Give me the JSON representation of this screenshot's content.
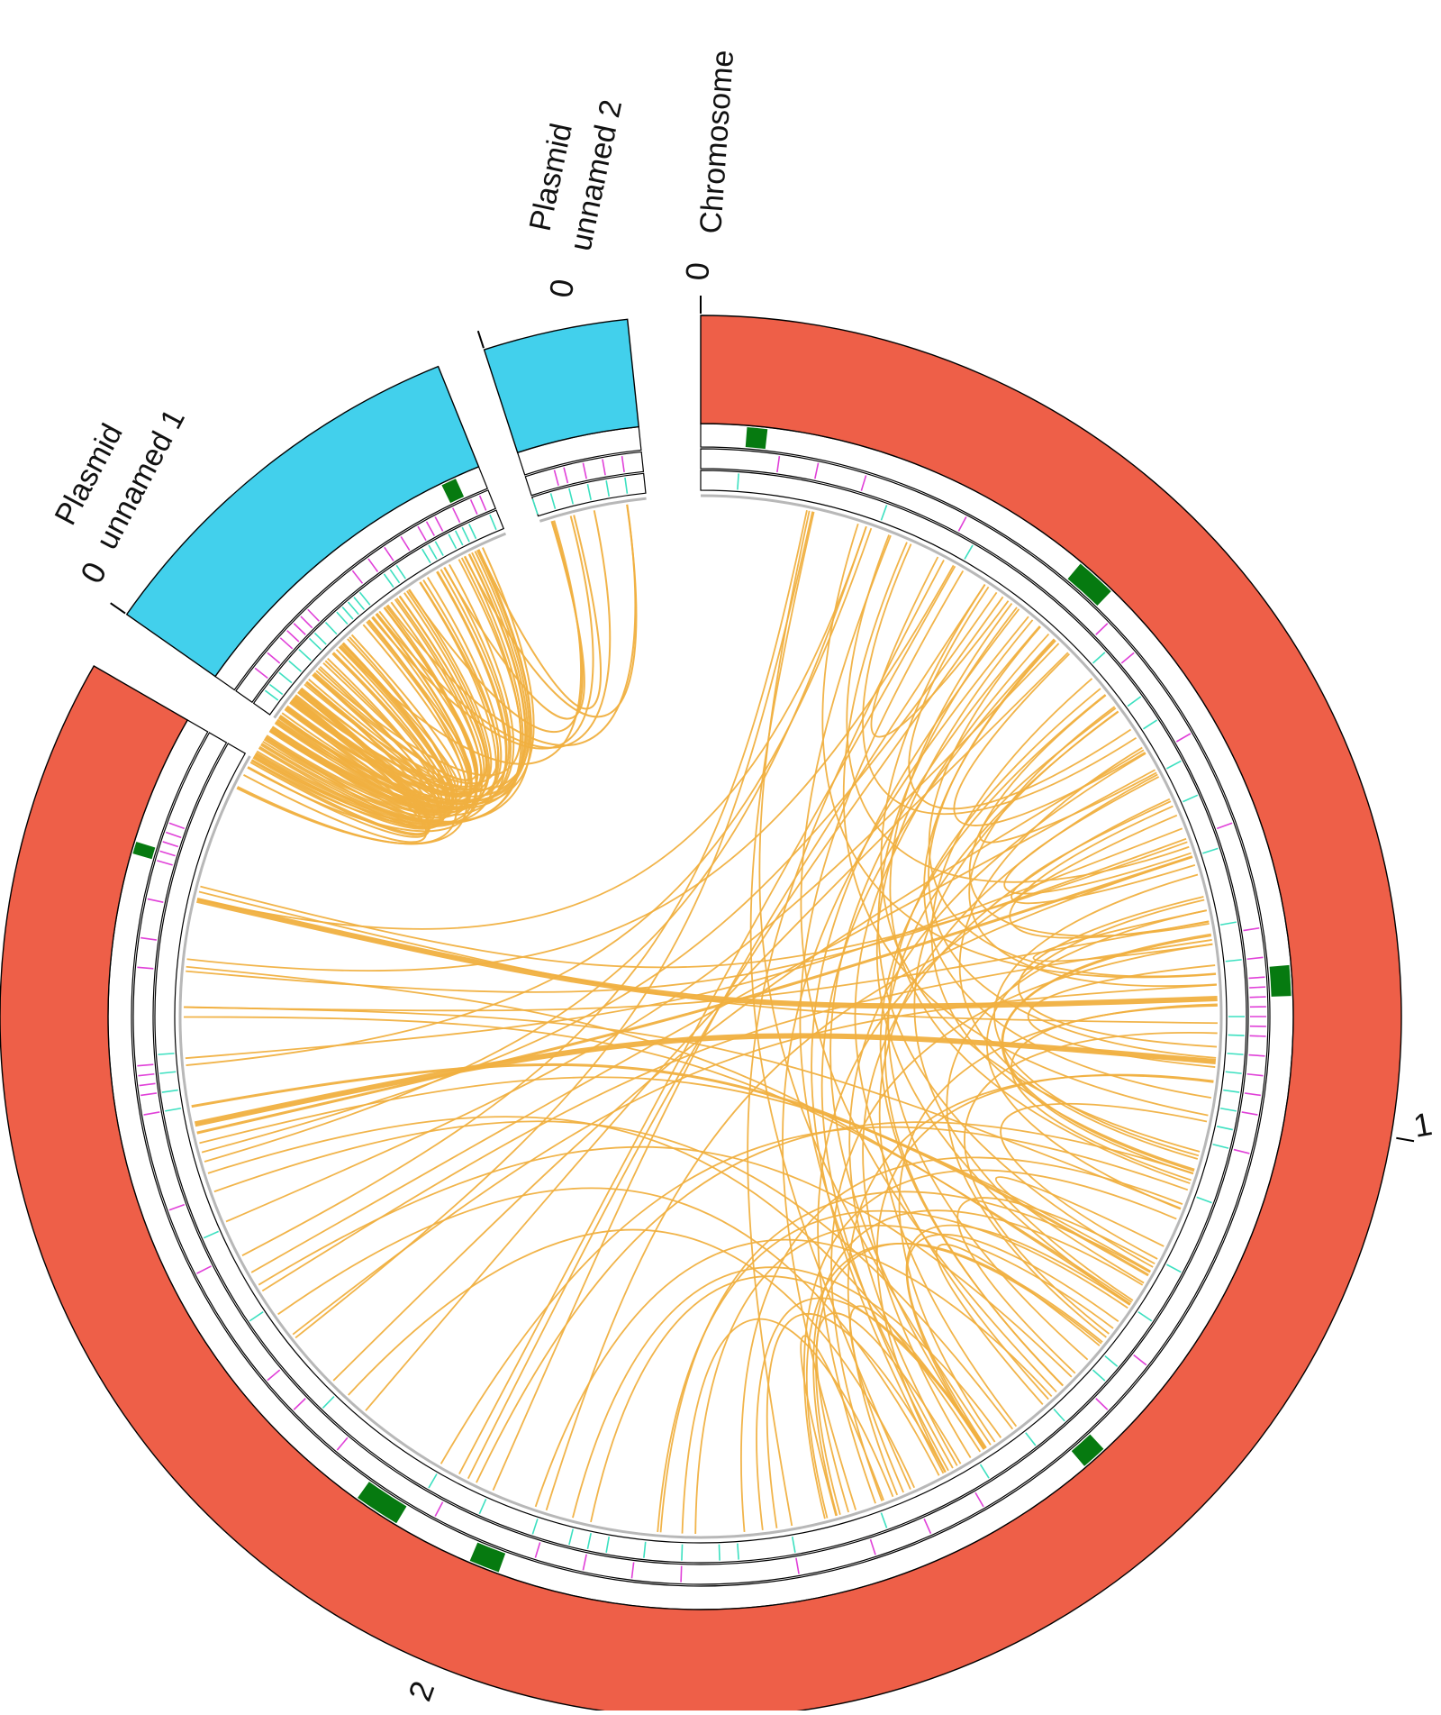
{
  "segments": [
    {
      "id": "chromosome",
      "label": "Chromosome",
      "start_label": "0",
      "color": "#EE5F48",
      "tick_labels": [
        "1",
        "2"
      ]
    },
    {
      "id": "plasmid1",
      "label_line1": "Plasmid",
      "label_line2": "unnamed 1",
      "start_label": "0",
      "color": "#42D0EC"
    },
    {
      "id": "plasmid2",
      "label_line1": "Plasmid",
      "label_line2": "unnamed 2",
      "start_label": "0",
      "color": "#42D0EC"
    }
  ],
  "track_colors": {
    "green_blocks": "#067A10",
    "magenta_marks": "#E040D8",
    "cyan_marks": "#3CE0C0",
    "links": "#F0B040",
    "inner_ring": "#B8B8B8",
    "outline": "#000000"
  }
}
